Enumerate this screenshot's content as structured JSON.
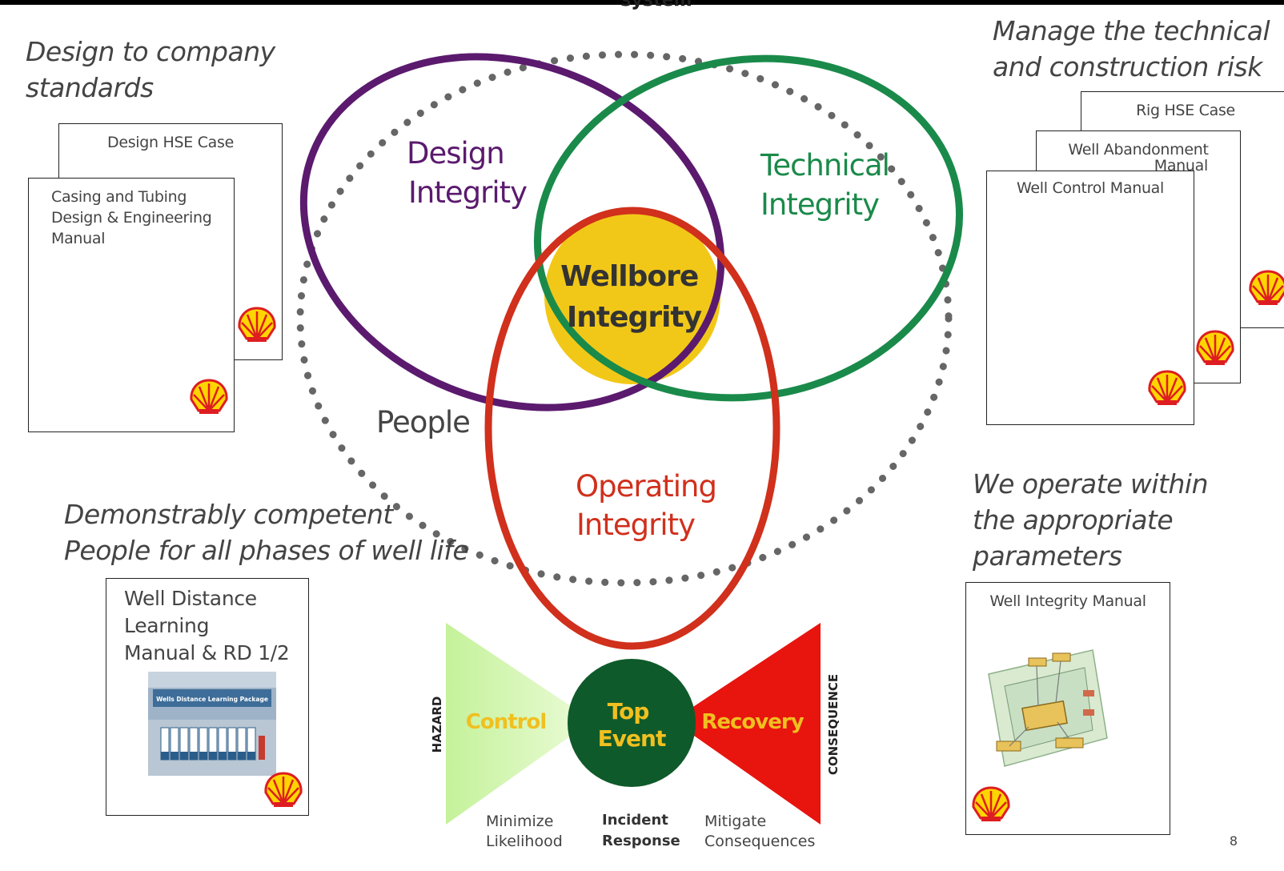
{
  "header": {
    "title": "system"
  },
  "labels": {
    "design_standards": [
      "Design to company",
      "standards"
    ],
    "manage_risk": [
      "Manage the technical",
      "and construction  risk"
    ],
    "competent_people": [
      "Demonstrably competent",
      "People for all phases of well life"
    ],
    "operate_within": [
      "We operate within",
      "the appropriate",
      "parameters"
    ]
  },
  "documents": {
    "design_hse_case": "Design HSE Case",
    "casing_tubing": [
      "Casing and Tubing",
      "Design & Engineering",
      "Manual"
    ],
    "rig_hse_case": "Rig HSE Case",
    "well_abandonment": [
      "Well Abandonment",
      "Manual"
    ],
    "well_control": "Well Control Manual",
    "well_distance": [
      "Well Distance",
      "Learning",
      "Manual & RD 1/2"
    ],
    "well_distance_thumb": "Wells Distance Learning Package",
    "well_integrity": "Well Integrity Manual"
  },
  "venn": {
    "design": [
      "Design",
      "Integrity"
    ],
    "technical": [
      "Technical",
      "Integrity"
    ],
    "wellbore": [
      "Wellbore",
      "Integrity"
    ],
    "operating": [
      "Operating",
      "Integrity"
    ],
    "people": "People"
  },
  "bowtie": {
    "hazard": "HAZARD",
    "consequence": "CONSEQUENCE",
    "control": "Control",
    "top_event": [
      "Top",
      "Event"
    ],
    "recovery": "Recovery",
    "minimize": [
      "Minimize",
      "Likelihood"
    ],
    "incident": [
      "Incident",
      "Response"
    ],
    "mitigate": [
      "Mitigate",
      "Consequences"
    ]
  },
  "page_number": "8",
  "colors": {
    "design": "#5b1a6e",
    "technical": "#1a8a4a",
    "operating": "#d0301c",
    "wellbore_fill": "#f2c818",
    "control_fill": "#d9f7b0",
    "top_event_fill": "#0f5a2a",
    "recovery_fill": "#e8140e",
    "gold_text": "#f0c020",
    "people_dots": "#666666"
  }
}
